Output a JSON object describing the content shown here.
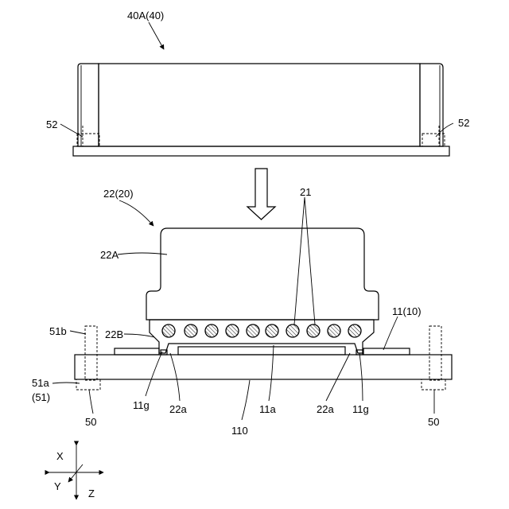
{
  "labels": {
    "press_member": "40A(40)",
    "press_pin_left": "52",
    "press_pin_right": "52",
    "holder_assembly": "22(20)",
    "wires": "21",
    "holder_upper": "22A",
    "holder_lower": "22B",
    "substrate": "11(10)",
    "pin_upper_left": "51b",
    "pin_lower_left": "51a",
    "pin_group_left": "(51)",
    "support_left": "50",
    "support_right": "50",
    "groove_left": "11g",
    "groove_right": "11g",
    "protrusion_left": "22a",
    "protrusion_right": "22a",
    "pad": "11a",
    "base_stage": "110"
  },
  "axes": {
    "x": "X",
    "y": "Y",
    "z": "Z"
  }
}
